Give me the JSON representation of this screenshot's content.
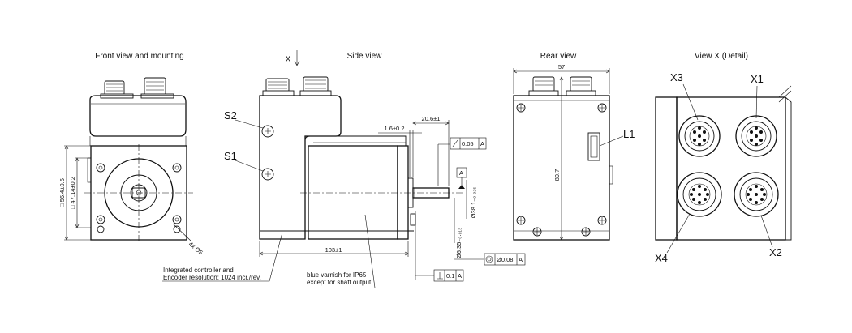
{
  "views": {
    "front": {
      "title": "Front view and mounting"
    },
    "side": {
      "title": "Side view",
      "view_marker": "X"
    },
    "rear": {
      "title": "Rear view"
    },
    "detail": {
      "title": "View X   (Detail)"
    }
  },
  "front_dimensions": {
    "square_outer": "□ 56.4±0.5",
    "square_bolt": "□ 47.14±0.2",
    "holes": "4x Ø5"
  },
  "side_labels": {
    "s1": "S1",
    "s2": "S2",
    "length": "103±1",
    "offset": "1.6±0.2",
    "shaft_length": "20.6±1",
    "flange_diameter": "Ø38.1₋₀.₀₂₅",
    "shaft_diameter": "Ø6.35₋₀.₀₁₃",
    "datum": "A",
    "runout_value": "0.05",
    "runout_datum": "A",
    "concentricity_value": "Ø0.08",
    "concentricity_datum": "A",
    "perpendicularity_value": "0.1",
    "perpendicularity_datum": "A"
  },
  "annotations": {
    "controller_line1": "Integrated controller and",
    "controller_line2": "Encoder resolution: 1024 incr./rev.",
    "varnish_line1": "blue varnish for IP65",
    "varnish_line2": "except for shaft output"
  },
  "rear_labels": {
    "width": "57",
    "height": "89.7",
    "l1": "L1"
  },
  "connectors": {
    "x1": "X1",
    "x2": "X2",
    "x3": "X3",
    "x4": "X4"
  }
}
